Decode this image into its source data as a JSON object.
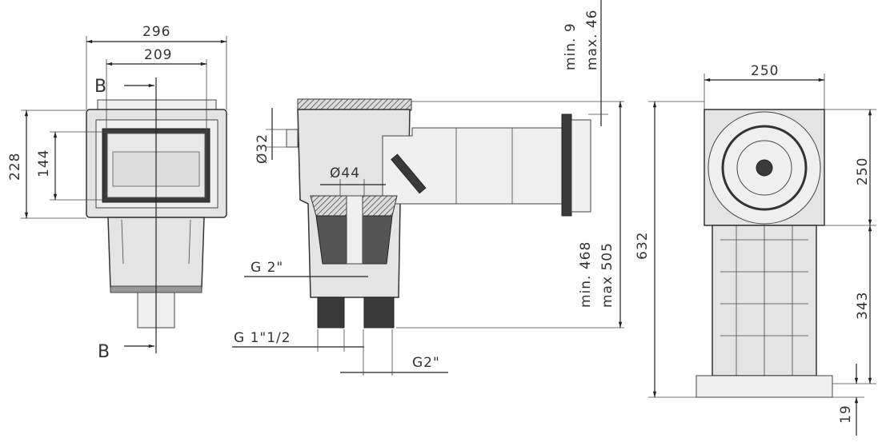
{
  "front_view": {
    "width_outer": "296",
    "width_inner": "209",
    "height_outer": "228",
    "height_inner": "144",
    "section_label_top": "B",
    "section_label_bottom": "B"
  },
  "side_view": {
    "diameter_side_inlet": "Ø32",
    "diameter_center": "Ø44",
    "thread_upper": "G 2\"",
    "thread_left_outlet": "G 1\"1/2",
    "thread_right_outlet": "G2\"",
    "height_min": "min. 468",
    "height_max": "max 505",
    "offset_min": "min. 9",
    "offset_max": "max. 46"
  },
  "top_view": {
    "width_top": "250",
    "height_total": "632",
    "height_head": "250",
    "height_body": "343",
    "base_thickness": "19"
  }
}
